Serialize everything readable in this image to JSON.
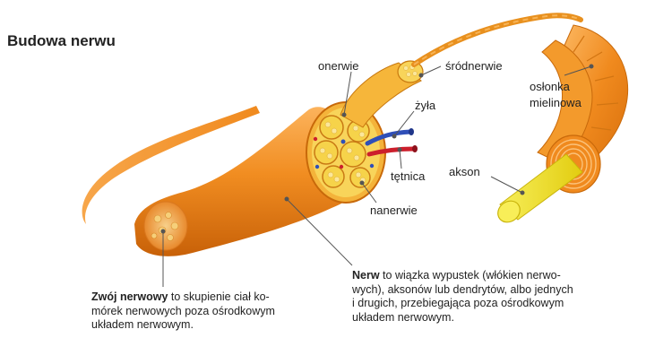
{
  "title": "Budowa nerwu",
  "labels": {
    "onerwie": "onerwie",
    "srodnerwie": "śródnerwie",
    "zyla": "żyła",
    "tetnica": "tętnica",
    "nanerwie": "nanerwie",
    "oslonka_line1": "osłonka",
    "oslonka_line2": "mielinowa",
    "akson": "akson"
  },
  "captions": {
    "zwoj": {
      "term": "Zwój nerwowy",
      "line1_rest": " to skupienie ciał ko-",
      "line2": "mórek nerwowych poza ośrodkowym",
      "line3": "układem nerwowym."
    },
    "nerw": {
      "term": "Nerw",
      "line1_rest": " to wiązka wypustek (włókien nerwo-",
      "line2": "wych), aksonów lub dendrytów, albo jednych",
      "line3": "i drugich, przebiegająca poza ośrodkowym",
      "line4": "układem nerwowym."
    }
  },
  "colors": {
    "nerve_orange": "#f08a1e",
    "nerve_light": "#fbb154",
    "fascicle_yellow": "#f7d23a",
    "axon_yellow": "#f2e41f",
    "vein_blue": "#2f4fb8",
    "artery_red": "#cc1f2c",
    "leader_gray": "#555555"
  }
}
